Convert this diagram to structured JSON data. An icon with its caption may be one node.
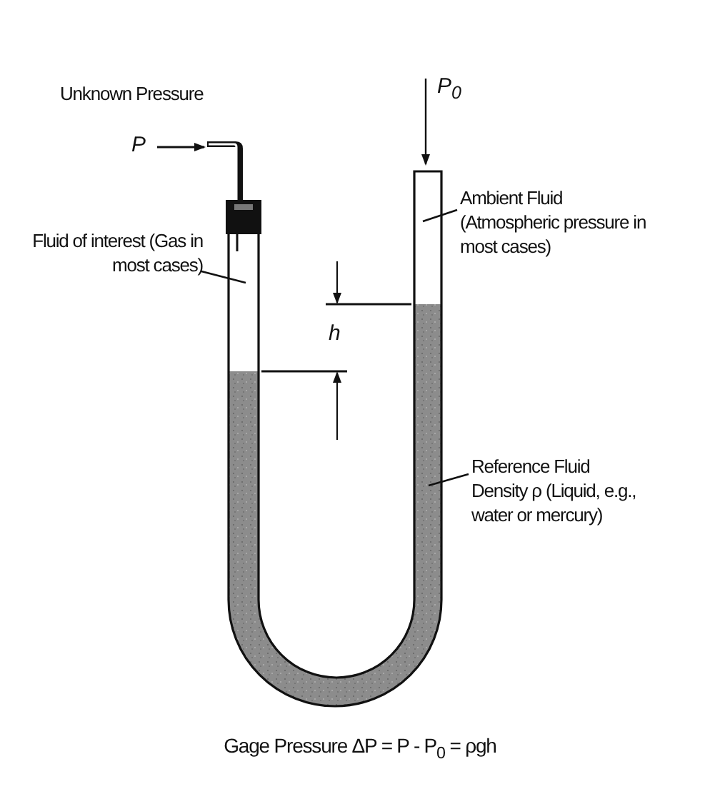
{
  "diagram": {
    "caption": "Gage Pressure ΔP = P - P$_{0}$ = ρgh",
    "nodes": [
      {
        "text": [
          "Fluid of interest (Gas in most cases)"
        ]
      },
      {
        "text": [
          "Ambient Fluid (Atmospheric pressure in most cases)"
        ]
      },
      {
        "text": [
          "Reference Fluid Density ρ (Liquid, e.g., water or mercury)"
        ]
      }
    ],
    "edges": [
      {
        "from": 0,
        "to": null,
        "arrow": "none"
      },
      {
        "from": 1,
        "to": null,
        "arrow": "none"
      },
      {
        "from": 2,
        "to": null,
        "arrow": "none"
      }
    ],
    "labels": [
      "Unknown Pressure",
      "P",
      "P$_{0}$",
      "h"
    ]
  }
}
